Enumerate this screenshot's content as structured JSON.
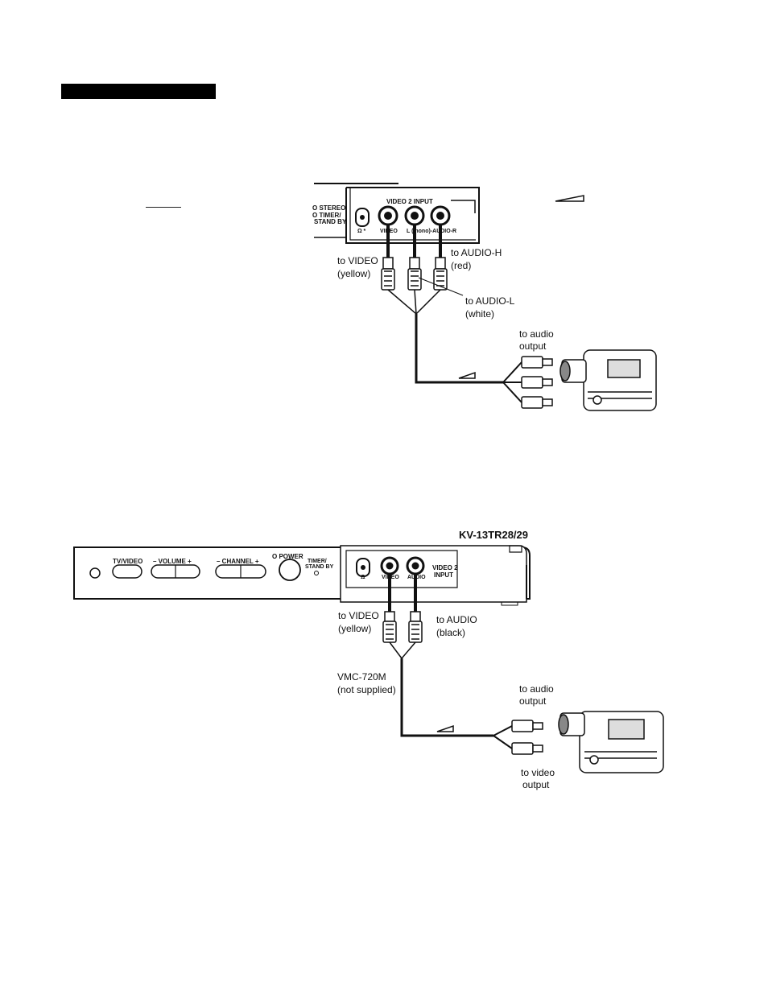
{
  "top_diagram": {
    "panel_labels": {
      "video2_input": "VIDEO 2 INPUT",
      "stereo": "O STEREO",
      "timer": "O TIMER/",
      "standby": "STAND BY",
      "jack_video": "VIDEO",
      "jack_audio": "L (mono)-AUDIO-R",
      "headphone": "Ω *"
    },
    "callouts": {
      "to_video": "to VIDEO",
      "yellow": "(yellow)",
      "to_audio_r": "to AUDIO-H",
      "red": "(red)",
      "to_audio_l": "to AUDIO-L",
      "white": "(white)",
      "to_audio_output_1": "to audio",
      "to_audio_output_2": "output"
    }
  },
  "bottom_diagram": {
    "model": "KV-13TR28/29",
    "panel_labels": {
      "tv_video": "TV/VIDEO",
      "volume": "– VOLUME +",
      "channel": "– CHANNEL +",
      "power": "O POWER",
      "timer": "TIMER/",
      "standby": "STAND BY",
      "jack_video": "VIDEO",
      "jack_audio": "AUDIO",
      "video2": "VIDEO 2",
      "input": "INPUT",
      "headphone": "Ω"
    },
    "callouts": {
      "to_video": "to VIDEO",
      "yellow": "(yellow)",
      "to_audio": "to AUDIO",
      "black": "(black)",
      "cable_model": "VMC-720M",
      "not_supplied": "(not supplied)",
      "to_audio_output_1": "to audio",
      "to_audio_output_2": "output",
      "to_video_output_1": "to video",
      "to_video_output_2": "output"
    }
  }
}
